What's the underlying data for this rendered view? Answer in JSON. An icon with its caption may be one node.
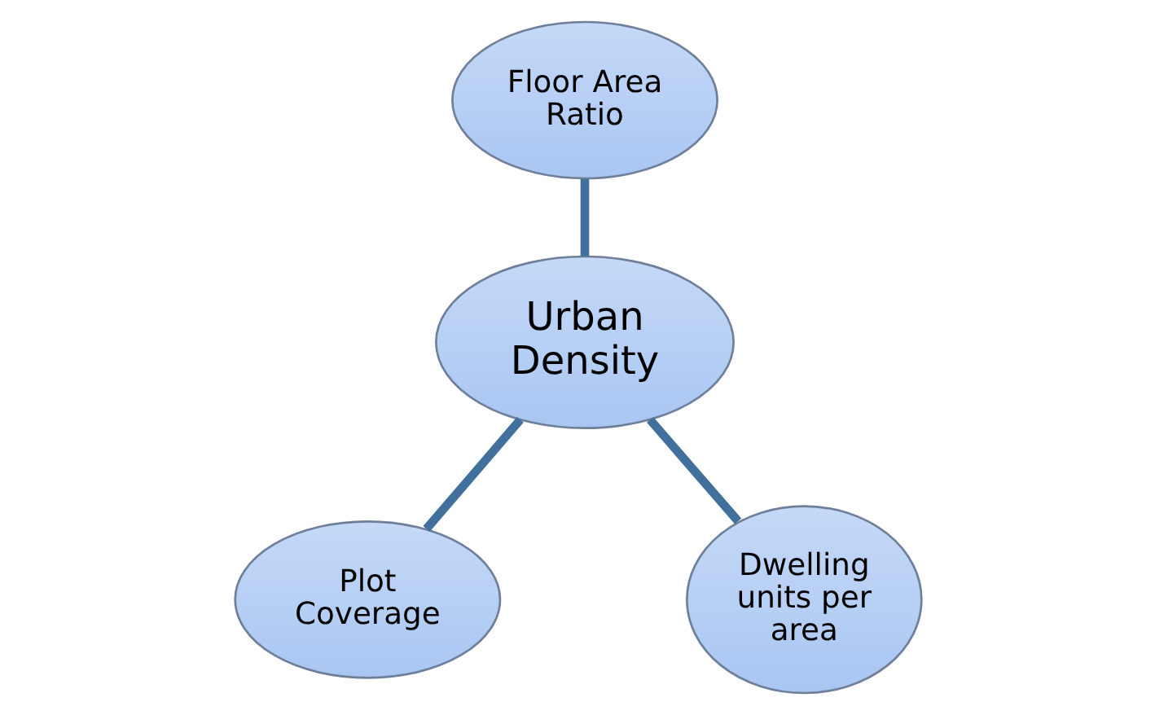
{
  "diagram": {
    "nodes": [
      {
        "text": [
          "Floor Area Ratio"
        ]
      },
      {
        "text": [
          "Urban Density"
        ]
      },
      {
        "text": [
          "Plot Coverage"
        ]
      },
      {
        "text": [
          "Dwelling units per area"
        ]
      }
    ],
    "edges": [
      {
        "from": 1,
        "to": 0,
        "arrow": "none"
      },
      {
        "from": 1,
        "to": 2,
        "arrow": "none"
      },
      {
        "from": 1,
        "to": 3,
        "arrow": "none"
      }
    ]
  }
}
